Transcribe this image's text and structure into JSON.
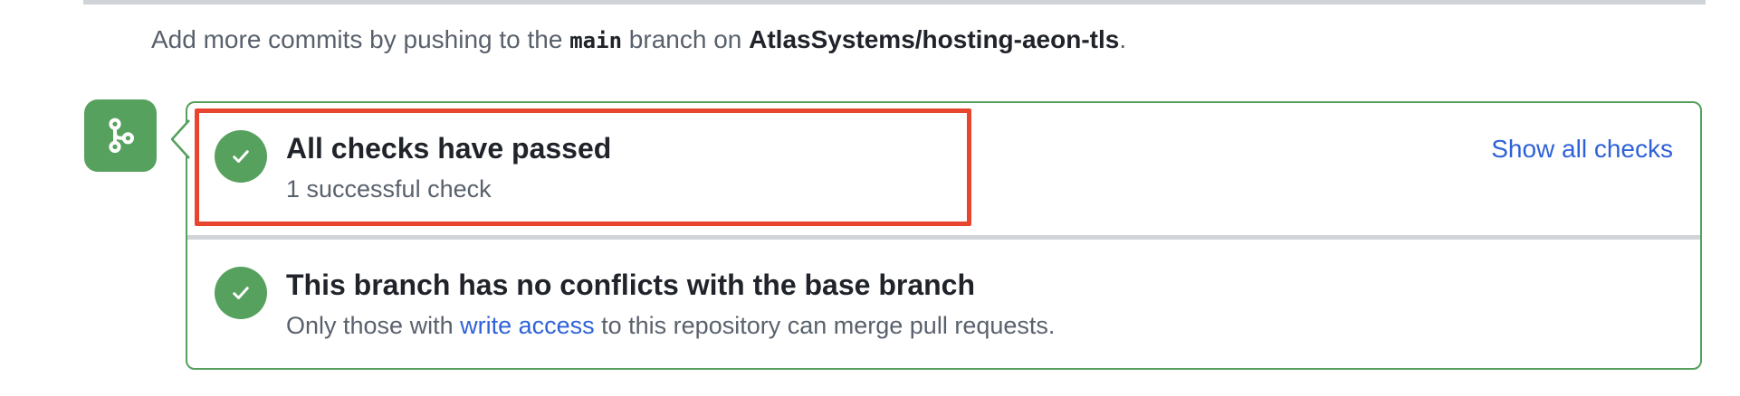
{
  "colors": {
    "success_green": "#57a15e",
    "box_border_green": "#55a05c",
    "link_blue": "#2f62d8",
    "annotation_red": "#e8452f",
    "divider_gray": "#d1d5da",
    "text_dark": "#20242a",
    "text_gray": "#59616c"
  },
  "commit_hint": {
    "prefix": "Add more commits by pushing to the ",
    "branch": "main",
    "middle": " branch on ",
    "repo": "AtlasSystems/hosting-aeon-tls",
    "suffix": "."
  },
  "merge_box": {
    "checks_row": {
      "title": "All checks have passed",
      "subtitle": "1 successful check",
      "action_label": "Show all checks",
      "status_icon": "check-icon"
    },
    "conflicts_row": {
      "title": "This branch has no conflicts with the base branch",
      "subtitle_prefix": "Only those with ",
      "subtitle_link": "write access",
      "subtitle_suffix": " to this repository can merge pull requests.",
      "status_icon": "check-icon"
    },
    "badge_icon": "git-branch-icon"
  }
}
